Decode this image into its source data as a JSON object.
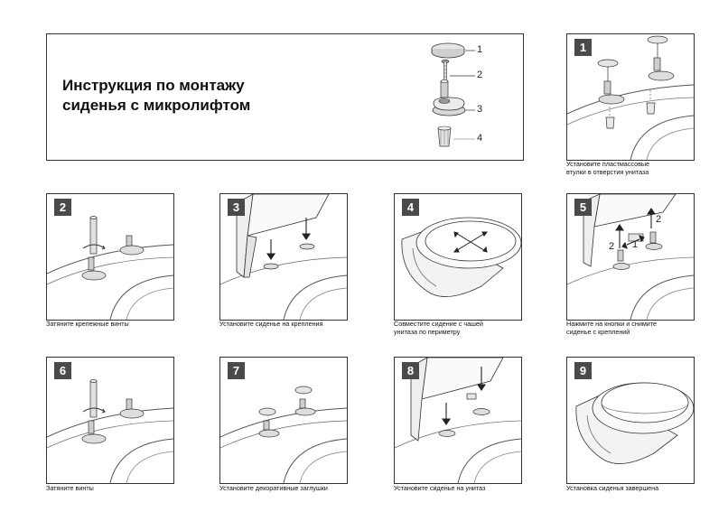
{
  "header": {
    "title": "Инструкция по монтажу\nсиденья с микролифтом",
    "parts": [
      {
        "num": "1",
        "icon": "cap-icon"
      },
      {
        "num": "2",
        "icon": "screw-icon"
      },
      {
        "num": "3",
        "icon": "bushing-base-icon"
      },
      {
        "num": "4",
        "icon": "plastic-anchor-icon"
      }
    ]
  },
  "steps": [
    {
      "num": "1",
      "caption": "Установите пластмассовые\nвтулки в отверстия унитаза"
    },
    {
      "num": "2",
      "caption": "Затяните крепежные винты"
    },
    {
      "num": "3",
      "caption": "Установите сиденье на крепления"
    },
    {
      "num": "4",
      "caption": "Совместите сидение с чашей\nунитаза по периметру"
    },
    {
      "num": "5",
      "caption": "Нажмите на кнопки и снимите\nсиденье с креплений",
      "labels": [
        "1",
        "2",
        "2"
      ]
    },
    {
      "num": "6",
      "caption": "Затяните винты"
    },
    {
      "num": "7",
      "caption": "Установите декоративные заглушки"
    },
    {
      "num": "8",
      "caption": "Установите сиденье на унитаз"
    },
    {
      "num": "9",
      "caption": "Установка сиденья завершена"
    }
  ]
}
